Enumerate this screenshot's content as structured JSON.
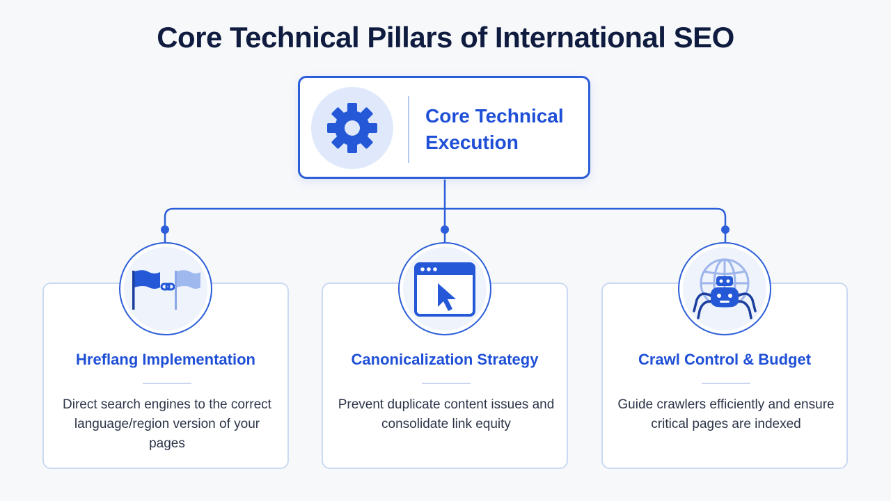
{
  "title": "Core Technical Pillars of International SEO",
  "root": {
    "label_line1": "Core Technical",
    "label_line2": "Execution",
    "icon": "gear-icon"
  },
  "pillars": [
    {
      "title": "Hreflang Implementation",
      "description": "Direct search engines to the correct language/region version of your pages",
      "icon": "flags-link-icon"
    },
    {
      "title": "Canonicalization Strategy",
      "description": "Prevent duplicate content issues and consolidate link equity",
      "icon": "browser-cursor-icon"
    },
    {
      "title": "Crawl Control & Budget",
      "description": "Guide crawlers efficiently and ensure critical pages are indexed",
      "icon": "globe-spider-bot-icon"
    }
  ],
  "colors": {
    "accent": "#2b5ed8",
    "heading": "#0f1c3f",
    "label": "#1e4fd6",
    "card_border": "#cbd9f2",
    "background": "#f7f8fa"
  }
}
